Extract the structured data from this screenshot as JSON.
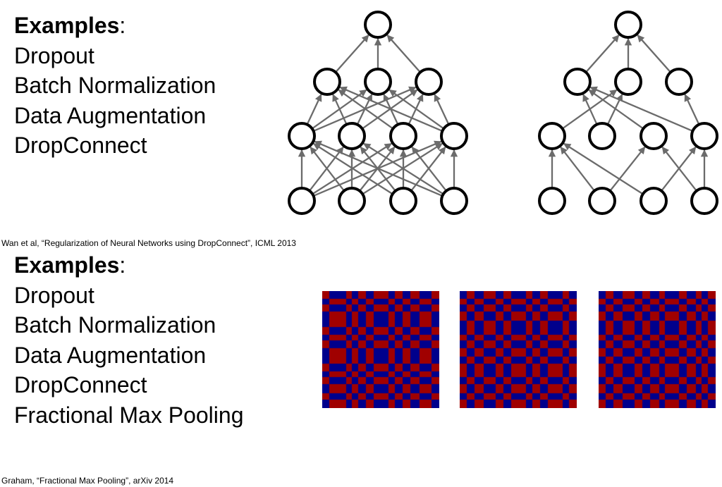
{
  "slides": [
    {
      "heading": "Examples",
      "heading_colon": ":",
      "items": [
        "Dropout",
        "Batch Normalization",
        "Data Augmentation",
        "DropConnect"
      ],
      "citation": "Wan et al, “Regularization of Neural Networks using DropConnect”, ICML 2013"
    },
    {
      "heading": "Examples",
      "heading_colon": ":",
      "items": [
        "Dropout",
        "Batch Normalization",
        "Data Augmentation",
        "DropConnect",
        "Fractional Max Pooling"
      ],
      "citation": "Graham, “Fractional Max Pooling”, arXiv 2014"
    }
  ],
  "networks": [
    {
      "name": "full-network",
      "layers": [
        4,
        4,
        3,
        1
      ],
      "edges": "all"
    },
    {
      "name": "dropconnect-network",
      "layers": [
        4,
        4,
        3,
        1
      ],
      "edges": [
        [
          0,
          0,
          1,
          0
        ],
        [
          0,
          1,
          1,
          0
        ],
        [
          0,
          1,
          1,
          2
        ],
        [
          0,
          2,
          1,
          0
        ],
        [
          0,
          2,
          1,
          3
        ],
        [
          0,
          3,
          1,
          2
        ],
        [
          0,
          3,
          1,
          3
        ],
        [
          1,
          0,
          2,
          1
        ],
        [
          1,
          1,
          2,
          0
        ],
        [
          1,
          1,
          2,
          1
        ],
        [
          1,
          2,
          2,
          0
        ],
        [
          1,
          3,
          2,
          0
        ],
        [
          1,
          3,
          2,
          2
        ],
        [
          2,
          0,
          3,
          0
        ],
        [
          2,
          1,
          3,
          0
        ],
        [
          2,
          2,
          3,
          0
        ]
      ]
    }
  ],
  "pooling_colors": {
    "a": "#a00000",
    "b": "#00008c"
  },
  "pooling_grids": [
    {
      "name": "pooling-grid-1",
      "rows": [
        0,
        1,
        0,
        1,
        1,
        0,
        1,
        0,
        1,
        1,
        0,
        1,
        0,
        1,
        0,
        1
      ],
      "cols": [
        0,
        1,
        1,
        0,
        1,
        0,
        1,
        0,
        0,
        1,
        0,
        1,
        0,
        1,
        1,
        0
      ]
    },
    {
      "name": "pooling-grid-2",
      "rows": [
        0,
        1,
        0,
        1,
        0,
        0,
        1,
        0,
        1,
        0,
        1,
        1,
        0,
        1,
        0,
        1
      ],
      "cols": [
        1,
        0,
        1,
        0,
        0,
        1,
        0,
        1,
        1,
        0,
        1,
        0,
        1,
        1,
        0,
        1
      ]
    },
    {
      "name": "pooling-grid-3",
      "rows": [
        1,
        0,
        1,
        0,
        1,
        1,
        0,
        1,
        0,
        1,
        0,
        0,
        1,
        0,
        1,
        0
      ],
      "cols": [
        0,
        1,
        0,
        1,
        1,
        0,
        1,
        0,
        1,
        0,
        0,
        1,
        0,
        1,
        0,
        1
      ]
    }
  ]
}
